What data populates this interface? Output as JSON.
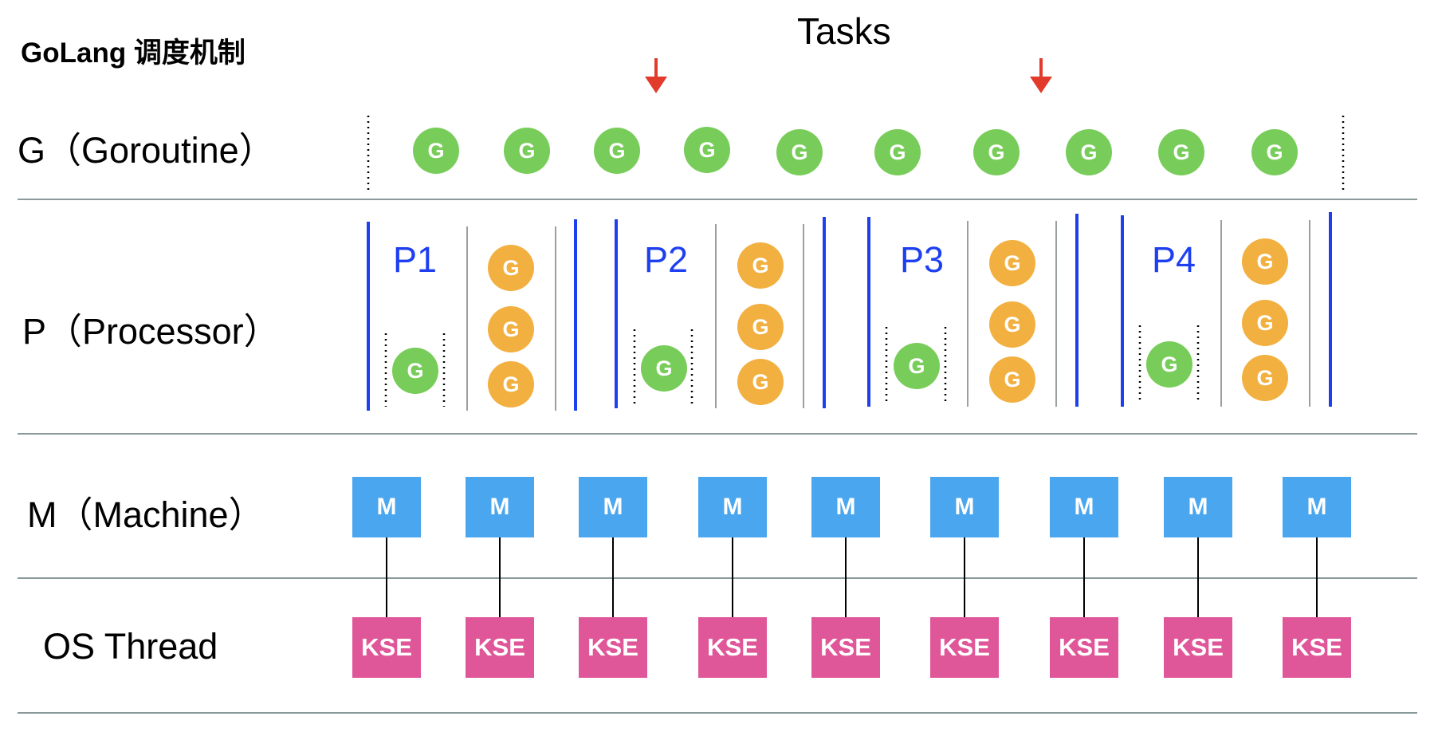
{
  "title": "GoLang 调度机制",
  "tasks_label": "Tasks",
  "rows": {
    "g": "G（Goroutine）",
    "p": "P（Processor）",
    "m": "M（Machine）",
    "os": "OS Thread"
  },
  "g_label": "G",
  "m_label": "M",
  "kse_label": "KSE",
  "processors": [
    "P1",
    "P2",
    "P3",
    "P4"
  ],
  "colors": {
    "green": "#78cd5a",
    "orange": "#f2b041",
    "blue_text": "#1d3ff0",
    "machine": "#4aa6ee",
    "kse": "#e05799",
    "arrow": "#e23b2c"
  }
}
